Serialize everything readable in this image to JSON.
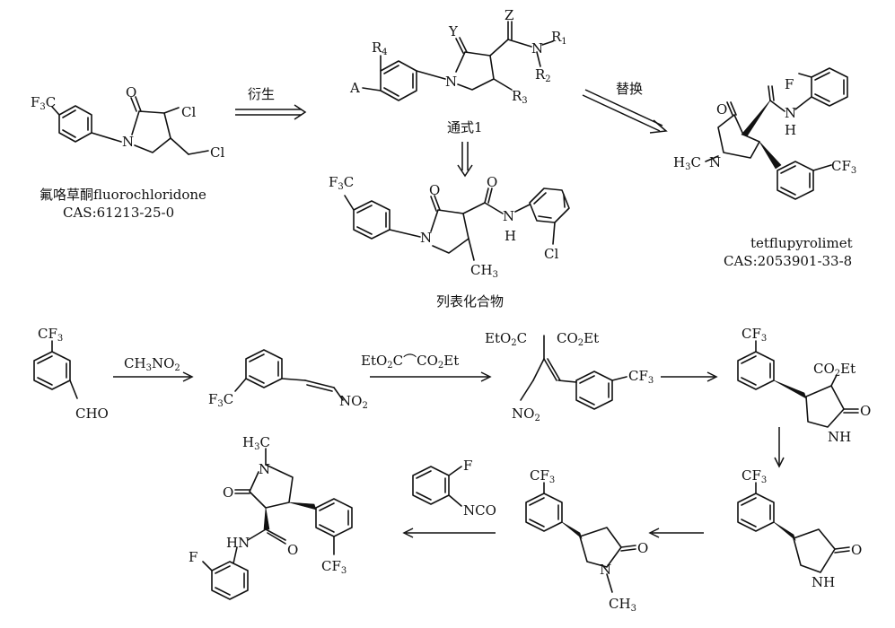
{
  "top": {
    "fluorochloridone": {
      "name": "氟咯草酮fluorochloridone",
      "cas": "CAS:61213-25-0",
      "labels": {
        "cf3": "F3C",
        "o": "O",
        "cl1": "Cl",
        "n": "N",
        "cl2": "Cl"
      }
    },
    "arrow_derive": "衍生",
    "general": {
      "name": "通式1",
      "labels": {
        "y": "Y",
        "z": "Z",
        "r4": "R4",
        "a": "A",
        "n": "N",
        "n2": "N",
        "r1": "R1",
        "r2": "R2",
        "r3": "R3"
      }
    },
    "arrow_replace": "替换",
    "tetflupyrolimet": {
      "name": "tetflupyrolimet",
      "cas": "CAS:2053901-33-8",
      "labels": {
        "f": "F",
        "o": "O",
        "n_amide": "N",
        "h": "H",
        "h3c": "H3C",
        "n_ring": "N",
        "cf3": "CF3"
      }
    },
    "listed": {
      "name": "列表化合物",
      "labels": {
        "f3c": "F3C",
        "o": "O",
        "n_ring": "N",
        "n_amide": "N",
        "h": "H",
        "ch3": "CH3",
        "cl": "Cl"
      }
    }
  },
  "bottom": {
    "reagent1": "CH3NO2",
    "reagent2": "EtO2C⌒CO2Et",
    "labels": {
      "cf3_a": "CF3",
      "cho": "CHO",
      "f3c_b": "F3C",
      "no2_b": "NO2",
      "eto2c_c": "EtO2C",
      "co2et_c": "CO2Et",
      "no2_c": "NO2",
      "cf3_c": "CF3",
      "cf3_d": "CF3",
      "co2et_d": "CO2Et",
      "o_d": "O",
      "nh_d": "NH",
      "cf3_e": "CF3",
      "o_e": "O",
      "nh_e": "NH",
      "cf3_f": "CF3",
      "o_f": "O",
      "n_f": "N",
      "ch3_f": "CH3",
      "f_g": "F",
      "nco_g": "NCO",
      "h3c_h": "H3C",
      "n_h": "N",
      "o_h": "O",
      "o2_h": "O",
      "hn_h": "HN",
      "f_h": "F",
      "cf3_h": "CF3"
    }
  }
}
